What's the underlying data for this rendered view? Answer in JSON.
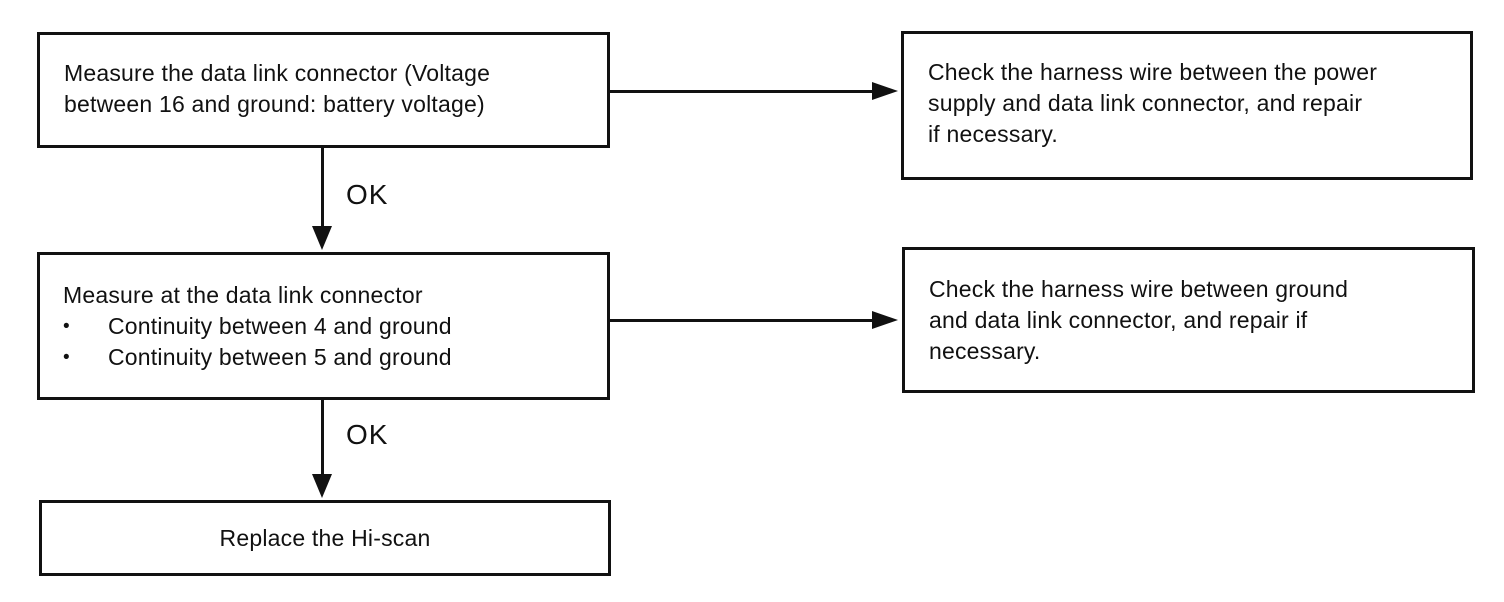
{
  "flowchart": {
    "colors": {
      "ink": "#111111",
      "background": "#ffffff"
    },
    "step1": {
      "line1": "Measure the data link connector (Voltage",
      "line2": "between 16 and ground: battery voltage)"
    },
    "result1": {
      "line1": "Check the harness wire between the power",
      "line2": "supply and data link connector, and repair",
      "line3": "if necessary."
    },
    "step2": {
      "title": "Measure at the data link connector",
      "bullet": "•",
      "item1": "Continuity between 4 and ground",
      "item2": "Continuity between 5 and ground"
    },
    "result2": {
      "line1": "Check the harness wire between ground",
      "line2": "and data link connector, and repair if",
      "line3": "necessary."
    },
    "step3": {
      "label": "Replace the Hi-scan"
    },
    "edge_labels": {
      "ok1": "OK",
      "ok2": "OK"
    }
  }
}
